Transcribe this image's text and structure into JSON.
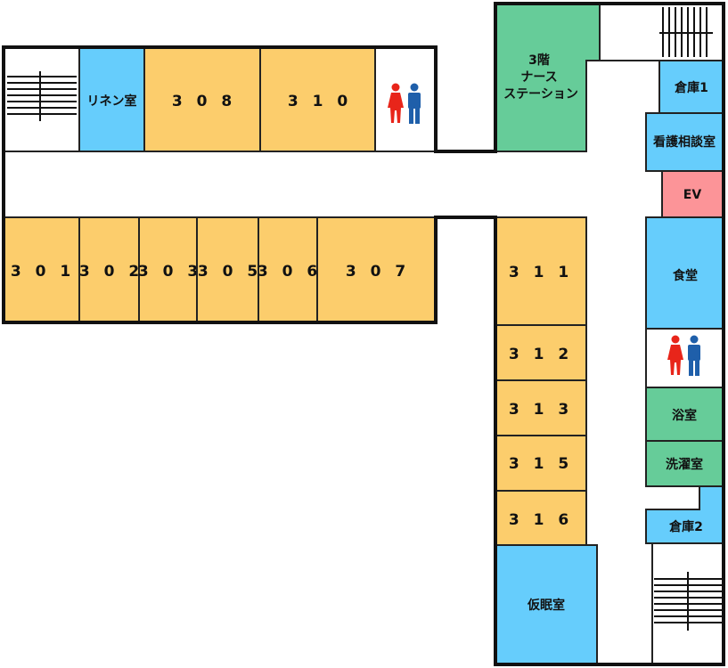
{
  "colors": {
    "patient_room": "#fccd6c",
    "service": "#66cdfc",
    "nurse_station": "#66cc99",
    "elevator": "#fc9498",
    "corridor": "#ffffff",
    "wall": "#111111",
    "female": "#e8251a",
    "male": "#1f5faa"
  },
  "rooms": {
    "r301": "3 0 1",
    "r302": "3 0 2",
    "r303": "3 0 3",
    "r305": "3 0 5",
    "r306": "3 0 6",
    "r307": "3 0 7",
    "r308": "3 0 8",
    "r310": "3 1 0",
    "r311": "3 1 1",
    "r312": "3 1 2",
    "r313": "3 1 3",
    "r315": "3 1 5",
    "r316": "3 1 6"
  },
  "facilities": {
    "linen": "リネン室",
    "nurse_station_line1": "3階",
    "nurse_station_line2": "ナース",
    "nurse_station_line3": "ステーション",
    "storage1": "倉庫1",
    "consult": "看護相談室",
    "ev": "EV",
    "dining": "食堂",
    "bath": "浴室",
    "laundry": "洗濯室",
    "storage2": "倉庫2",
    "nap": "仮眠室"
  },
  "icons": {
    "restroom": "restroom-icon",
    "stairs": "stairs-icon"
  }
}
